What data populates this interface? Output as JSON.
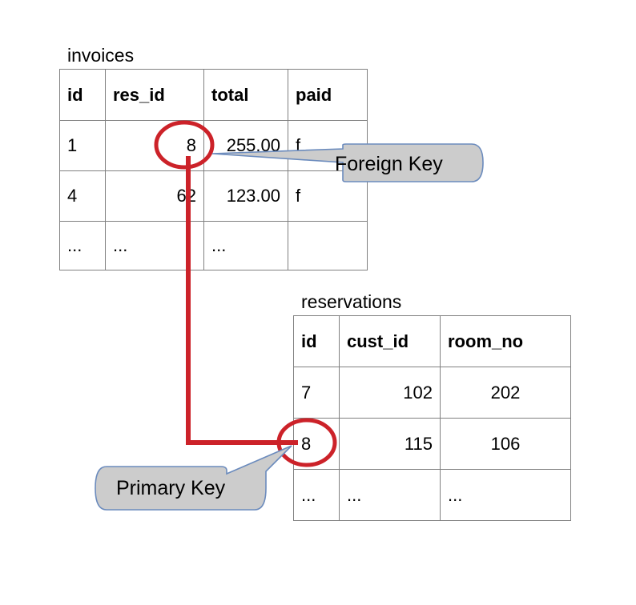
{
  "diagram": {
    "title_hidden": "",
    "colors": {
      "table_border": "#808080",
      "text": "#000000",
      "relation_line": "#cc2229",
      "highlight_ellipse": "#cc2229",
      "callout_fill": "#cccccc",
      "callout_border": "#6b8bbd",
      "background": "#ffffff"
    }
  },
  "tables": [
    {
      "id": "invoices",
      "caption": "invoices",
      "columns": [
        "id",
        "res_id",
        "total",
        "paid"
      ],
      "rows": [
        [
          "1",
          "8",
          "255.00",
          "f"
        ],
        [
          "4",
          "62",
          "123.00",
          "f"
        ],
        [
          "...",
          "...",
          "...",
          ""
        ]
      ]
    },
    {
      "id": "reservations",
      "caption": "reservations",
      "columns": [
        "id",
        "cust_id",
        "room_no"
      ],
      "rows": [
        [
          "7",
          "102",
          "202"
        ],
        [
          "8",
          "115",
          "106"
        ],
        [
          "...",
          "...",
          "..."
        ]
      ]
    }
  ],
  "annotations": {
    "foreign_key": {
      "label": "Foreign Key",
      "target_table": "invoices",
      "target_column": "res_id",
      "target_value": "8"
    },
    "primary_key": {
      "label": "Primary Key",
      "target_table": "reservations",
      "target_column": "id",
      "target_value": "8"
    }
  },
  "relationship": {
    "from": "invoices.res_id",
    "to": "reservations.id"
  }
}
